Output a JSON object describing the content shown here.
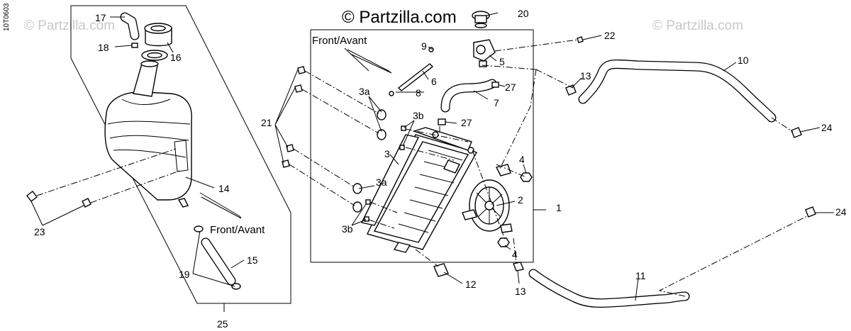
{
  "drawing_code": "10T0603",
  "watermarks": {
    "center": "© Partzilla.com",
    "left": "© Partzilla.com",
    "right": "© Partzilla.com"
  },
  "direction_labels": {
    "radiator": "Front/Avant",
    "reservoir": "Front/Avant"
  },
  "callouts": {
    "c1": "1",
    "c2": "2",
    "c3": "3",
    "c3a_top": "3a",
    "c3a_bottom": "3a",
    "c3b_top": "3b",
    "c3b_bottom": "3b",
    "c4_top": "4",
    "c4_bottom": "4",
    "c5": "5",
    "c6": "6",
    "c7": "7",
    "c8": "8",
    "c9": "9",
    "c10": "10",
    "c11": "11",
    "c12": "12",
    "c13_top": "13",
    "c13_bottom": "13",
    "c14": "14",
    "c15": "15",
    "c16": "16",
    "c17": "17",
    "c18": "18",
    "c19": "19",
    "c20": "20",
    "c21": "21",
    "c22": "22",
    "c23": "23",
    "c24_top": "24",
    "c24_bottom": "24",
    "c25": "25",
    "c27_top": "27",
    "c27_bottom": "27"
  }
}
